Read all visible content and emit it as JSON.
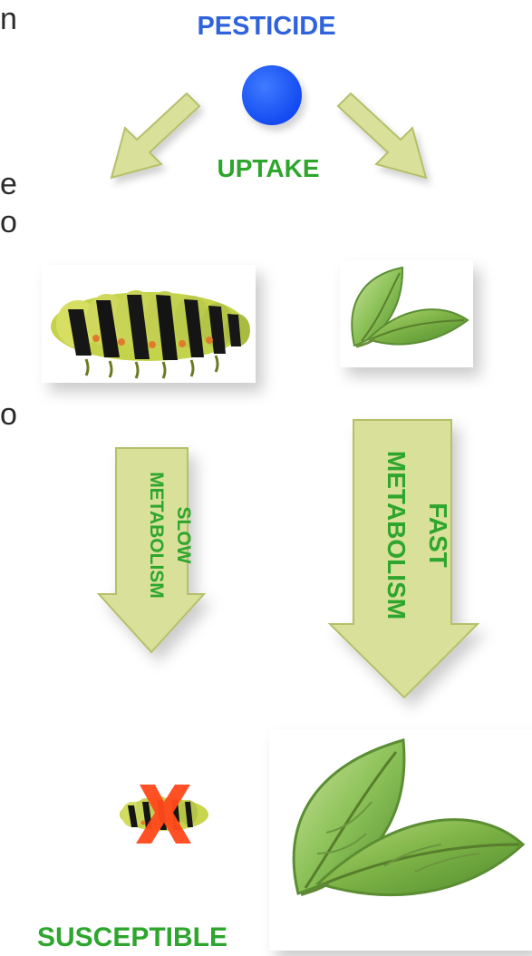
{
  "labels": {
    "pesticide": "PESTICIDE",
    "uptake": "UPTAKE",
    "slow_line1": "SLOW",
    "slow_line2": "METABOLISM",
    "fast_line1": "FAST",
    "fast_line2": "METABOLISM",
    "susceptible": "SUSCEPTIBLE"
  },
  "colors": {
    "title_blue": "#2f62dd",
    "dot_blue": "#1b56ff",
    "label_green": "#2ea62e",
    "arrow_fill": "#d9e09a",
    "arrow_stroke": "#b6bf6a",
    "cross_red": "#ff4a1c"
  },
  "icons": {
    "pesticide_dot": "blue-circle",
    "caterpillar": "caterpillar-icon",
    "leaf": "leaf-icon",
    "cross": "red-x-icon"
  },
  "partial_text_fragments": [
    "n",
    "e",
    "o",
    "o"
  ]
}
